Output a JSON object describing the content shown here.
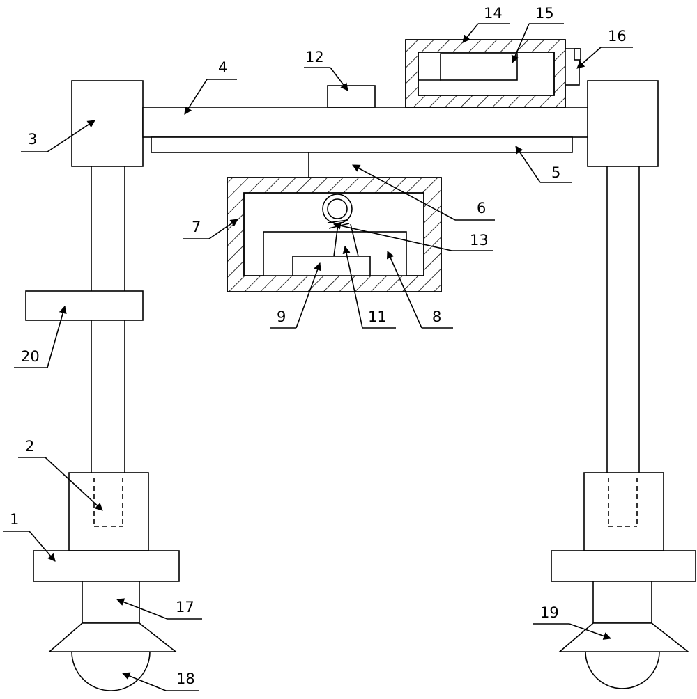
{
  "labels": {
    "l1": "1",
    "l2": "2",
    "l3": "3",
    "l4": "4",
    "l5": "5",
    "l6": "6",
    "l7": "7",
    "l8": "8",
    "l9": "9",
    "l11": "11",
    "l12": "12",
    "l13": "13",
    "l14": "14",
    "l15": "15",
    "l16": "16",
    "l17": "17",
    "l18": "18",
    "l19": "19",
    "l20": "20"
  }
}
